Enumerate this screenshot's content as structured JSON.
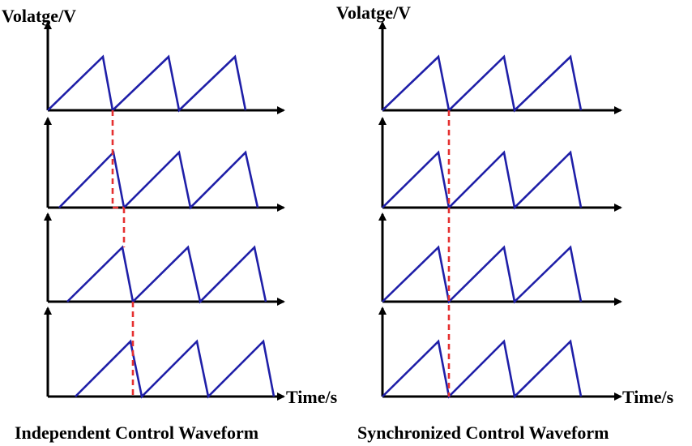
{
  "left_panel": {
    "y_axis_label": "Volatge/V",
    "x_axis_label": "Time/s",
    "caption": "Independent Control Waveform"
  },
  "right_panel": {
    "y_axis_label": "Volatge/V",
    "x_axis_label": "Time/s",
    "caption": "Synchronized Control Waveform"
  },
  "colors": {
    "waveform": "#1f1fa8",
    "sync_line": "#e53030",
    "axis": "#000000"
  }
}
